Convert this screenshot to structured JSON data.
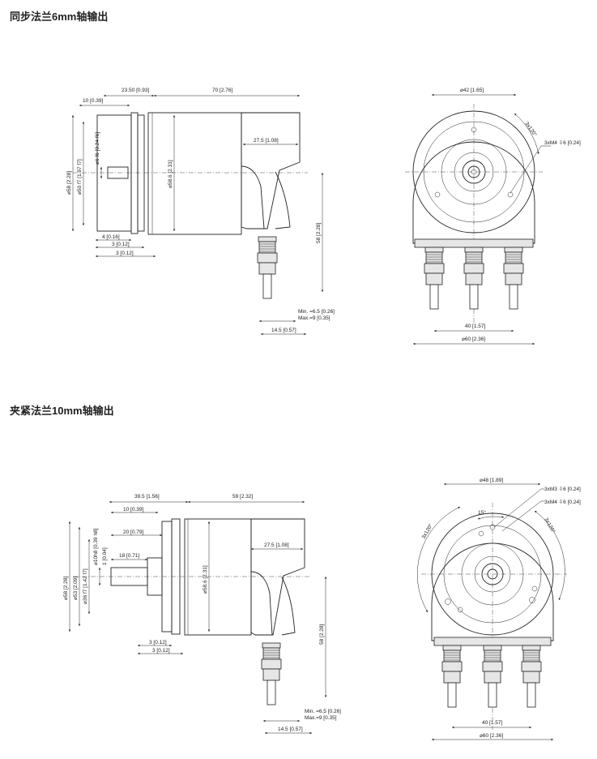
{
  "sections": [
    {
      "title": "同步法兰6mm轴输出",
      "side_labels": {
        "d_23_50": "23.50 [0.93]",
        "d_70": "70 [2.76]",
        "d_10": "10 [0.39]",
        "d_27_5": "27.5 [1.08]",
        "d_58": "⌀58 [2.28]",
        "d_50f7": "⌀50 f7 [1.97 f7]",
        "d_6f6": "⌀6 f6 [0.24 f6]",
        "d_58_6": "⌀58.6 [2.31]",
        "d_4": "4 [0.16]",
        "d_3a": "3 [0.12]",
        "d_3b": "3 [0.12]",
        "d_58_right": "58 [2.28]",
        "min": "Min. =6.5 [0.26]",
        "max": "Max.=9 [0.35]",
        "d_14_5": "14.5 [0.57]"
      },
      "front_labels": {
        "d_42": "⌀42 [1.65]",
        "angle": "3x120°",
        "holes": "3xM4 ⇩6 [0.24]",
        "d_40": "40 [1.57]",
        "d_60": "⌀60 [2.36]"
      }
    },
    {
      "title": "夹紧法兰10mm轴输出",
      "side_labels": {
        "d_39_5": "39.5 [1.56]",
        "d_59": "59 [2.32]",
        "d_10": "10 [0.39]",
        "d_20": "20 [0.79]",
        "d_18": "18 [0.71]",
        "d_27_5": "27.5 [1.08]",
        "d_58": "⌀58 [2.28]",
        "d_53f7": "⌀53 [2.09]",
        "d_36f7": "⌀36 f7 [1.42 f7]",
        "d_10h8": "⌀10h8 [0.39 h8]",
        "d_1": "1 [0.04]",
        "d_58_6": "⌀58.6 [2.31]",
        "d_3a": "3 [0.12]",
        "d_3b": "3 [0.12]",
        "d_58_right": "58 [2.28]",
        "min": "Min. =6.5 [0.26]",
        "max": "Max.=9 [0.35]",
        "d_14_5": "14.5 [0.57]"
      },
      "front_labels": {
        "d_48": "⌀48 [1.89]",
        "holes_m3": "3xM3 ⇩6 [0.24]",
        "holes_m4": "3xM4 ⇩6 [0.24]",
        "angle_15": "15°",
        "angle_left": "3x120°",
        "angle_right": "3x120°",
        "d_40": "40 [1.57]",
        "d_60": "⌀60 [2.36]"
      }
    }
  ]
}
